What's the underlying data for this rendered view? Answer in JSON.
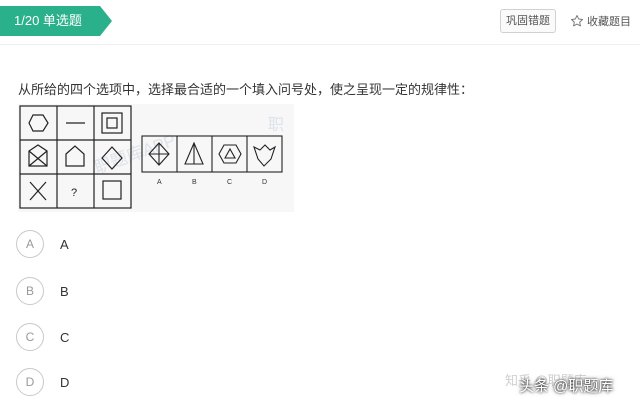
{
  "header": {
    "badge": "1/20 单选题",
    "consolidate_label": "巩固错题",
    "collect_label": "收藏题目",
    "collect_icon": "star-outline-icon"
  },
  "question": {
    "text": "从所给的四个选项中，选择最合适的一个填入问号处，使之呈现一定的规律性：",
    "figure": {
      "grid_question_mark": "?",
      "option_labels": [
        "A",
        "B",
        "C",
        "D"
      ],
      "watermarks": [
        "职题库APP",
        "职"
      ]
    }
  },
  "options": [
    {
      "letter": "A",
      "text": "A"
    },
    {
      "letter": "B",
      "text": "B"
    },
    {
      "letter": "C",
      "text": "C"
    },
    {
      "letter": "D",
      "text": "D"
    }
  ],
  "watermarks": {
    "zhihu": "知乎 @职题库",
    "toutiao": "头条 @职题库"
  },
  "colors": {
    "badge_bg": "#2ab08a",
    "text": "#333333",
    "option_border": "#c9c9c9"
  }
}
